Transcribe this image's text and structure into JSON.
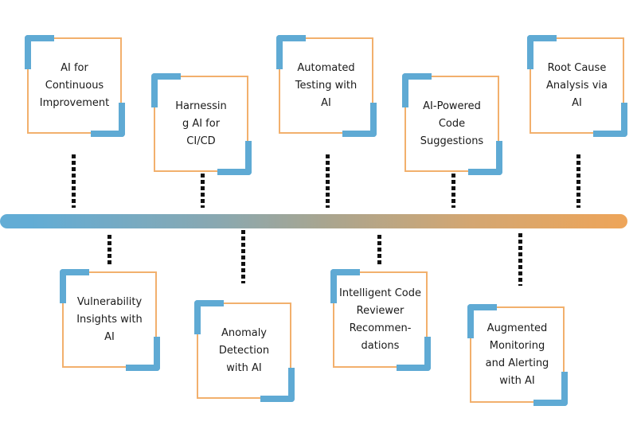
{
  "diagram": {
    "type": "timeline",
    "colors": {
      "timeline_start": "#62acd5",
      "timeline_end": "#eea559",
      "card_border": "#f2b06d",
      "card_corner": "#5faad4",
      "connector": "#111111"
    },
    "top_items": [
      {
        "label": "AI for\nContinuous\nImprovement"
      },
      {
        "label": "Harnessin\ng AI for\nCI/CD"
      },
      {
        "label": "Automated\nTesting with\nAI"
      },
      {
        "label": "AI-Powered\nCode\nSuggestions"
      },
      {
        "label": "Root Cause\nAnalysis via\nAI"
      }
    ],
    "bottom_items": [
      {
        "label": "Vulnerability\nInsights with\nAI"
      },
      {
        "label": "Anomaly\nDetection\nwith AI"
      },
      {
        "label": "Intelligent Code\nReviewer\nRecommen-\ndations"
      },
      {
        "label": "Augmented\nMonitoring\nand Alerting\nwith AI"
      }
    ]
  }
}
